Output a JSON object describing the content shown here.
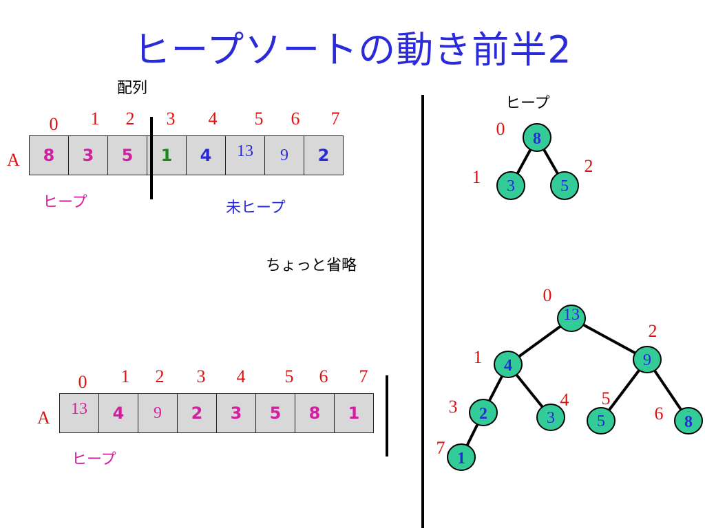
{
  "title": "ヒープソートの動き前半2",
  "array_label": "配列",
  "heap_label_top": "ヒープ",
  "omit_label": "ちょっと省略",
  "colors": {
    "title": "#2a2ad8",
    "index": "#e01010",
    "magenta": "#d11fa0",
    "blue": "#2a2ad8",
    "green": "#1a8a1a",
    "node_fill": "#33cc99",
    "cell_fill": "#d8d8d8"
  },
  "array1": {
    "row_label": "A",
    "indices": [
      "0",
      "1",
      "2",
      "3",
      "4",
      "5",
      "6",
      "7"
    ],
    "cells": [
      {
        "value": "8",
        "color": "#d11fa0",
        "style": "bold"
      },
      {
        "value": "3",
        "color": "#d11fa0",
        "style": "bold"
      },
      {
        "value": "5",
        "color": "#d11fa0",
        "style": "bold"
      },
      {
        "value": "1",
        "color": "#1a8a1a",
        "style": "bold"
      },
      {
        "value": "4",
        "color": "#2a2ad8",
        "style": "bold"
      },
      {
        "value": "13",
        "color": "#2a2ad8",
        "style": "serif"
      },
      {
        "value": "9",
        "color": "#2a2ad8",
        "style": "serif"
      },
      {
        "value": "2",
        "color": "#2a2ad8",
        "style": "bold"
      }
    ],
    "heap_label": "ヒープ",
    "unheap_label": "未ヒープ"
  },
  "array2": {
    "row_label": "A",
    "indices": [
      "0",
      "1",
      "2",
      "3",
      "4",
      "5",
      "6",
      "7"
    ],
    "cells": [
      {
        "value": "13",
        "color": "#d11fa0",
        "style": "serif"
      },
      {
        "value": "4",
        "color": "#d11fa0",
        "style": "bold"
      },
      {
        "value": "9",
        "color": "#d11fa0",
        "style": "serif"
      },
      {
        "value": "2",
        "color": "#d11fa0",
        "style": "bold"
      },
      {
        "value": "3",
        "color": "#d11fa0",
        "style": "bold"
      },
      {
        "value": "5",
        "color": "#d11fa0",
        "style": "bold"
      },
      {
        "value": "8",
        "color": "#d11fa0",
        "style": "bold"
      },
      {
        "value": "1",
        "color": "#d11fa0",
        "style": "bold"
      }
    ],
    "heap_label": "ヒープ"
  },
  "heap1": {
    "nodes": [
      {
        "index": "0",
        "value": "8",
        "value_color": "#2a2ad8",
        "style": "bold"
      },
      {
        "index": "1",
        "value": "3",
        "value_color": "#2a2ad8",
        "style": "serif"
      },
      {
        "index": "2",
        "value": "5",
        "value_color": "#2a2ad8",
        "style": "serif"
      }
    ]
  },
  "heap2": {
    "nodes": [
      {
        "index": "0",
        "value": "13",
        "value_color": "#2a2ad8",
        "style": "serif"
      },
      {
        "index": "1",
        "value": "4",
        "value_color": "#2a2ad8",
        "style": "bold"
      },
      {
        "index": "2",
        "value": "9",
        "value_color": "#2a2ad8",
        "style": "serif"
      },
      {
        "index": "3",
        "value": "2",
        "value_color": "#2a2ad8",
        "style": "bold"
      },
      {
        "index": "4",
        "value": "3",
        "value_color": "#2a2ad8",
        "style": "serif"
      },
      {
        "index": "5",
        "value": "5",
        "value_color": "#2a2ad8",
        "style": "serif"
      },
      {
        "index": "6",
        "value": "8",
        "value_color": "#2a2ad8",
        "style": "bold"
      },
      {
        "index": "7",
        "value": "1",
        "value_color": "#2a2ad8",
        "style": "bold"
      }
    ]
  }
}
